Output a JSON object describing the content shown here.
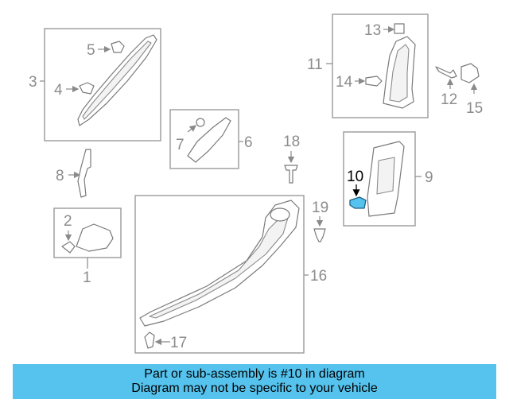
{
  "callouts": {
    "c1": "1",
    "c2": "2",
    "c3": "3",
    "c4": "4",
    "c5": "5",
    "c6": "6",
    "c7": "7",
    "c8": "8",
    "c9": "9",
    "c10": "10",
    "c11": "11",
    "c12": "12",
    "c13": "13",
    "c14": "14",
    "c15": "15",
    "c16": "16",
    "c17": "17",
    "c18": "18",
    "c19": "19"
  },
  "highlight": {
    "part_number": "10",
    "color": "#55c3ee"
  },
  "banner": {
    "line1": "Part or sub-assembly is #10 in diagram",
    "line2": "Diagram may not be specific to your vehicle"
  }
}
